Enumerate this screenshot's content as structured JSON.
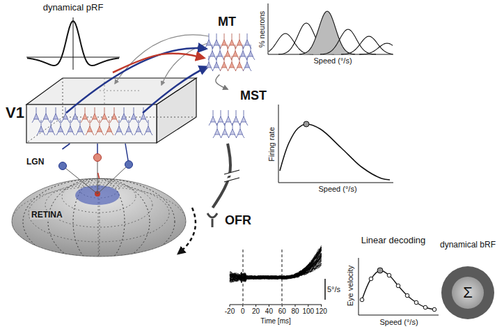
{
  "diagram": {
    "nodes": [
      {
        "text": [
          "V1"
        ]
      },
      {
        "text": [
          "MT"
        ]
      },
      {
        "text": [
          "MST"
        ]
      },
      {
        "text": [
          "OFR"
        ]
      },
      {
        "text": [
          "LGN"
        ]
      },
      {
        "text": [
          "RETINA"
        ]
      },
      {
        "text": [
          "dynamical bRF",
          "Σ"
        ]
      }
    ],
    "edges": [
      {
        "from": 5,
        "to": 4,
        "arrow": "none"
      },
      {
        "from": 4,
        "to": 0,
        "arrow": "none"
      },
      {
        "from": 0,
        "to": 1,
        "arrow": "to"
      },
      {
        "from": 1,
        "to": 2,
        "arrow": "to"
      },
      {
        "from": 2,
        "to": 3,
        "arrow": "none"
      }
    ],
    "labels": [
      "dynamical pRF",
      "% neurons",
      "Speed (°/s)",
      "Firing rate",
      "Speed (°/s)",
      "5°/s",
      "-20",
      "0",
      "20",
      "40",
      "60",
      "80",
      "100",
      "120",
      "Time [ms]",
      "Linear decoding",
      "Eye velocity",
      "Speed (°/s)"
    ]
  }
}
